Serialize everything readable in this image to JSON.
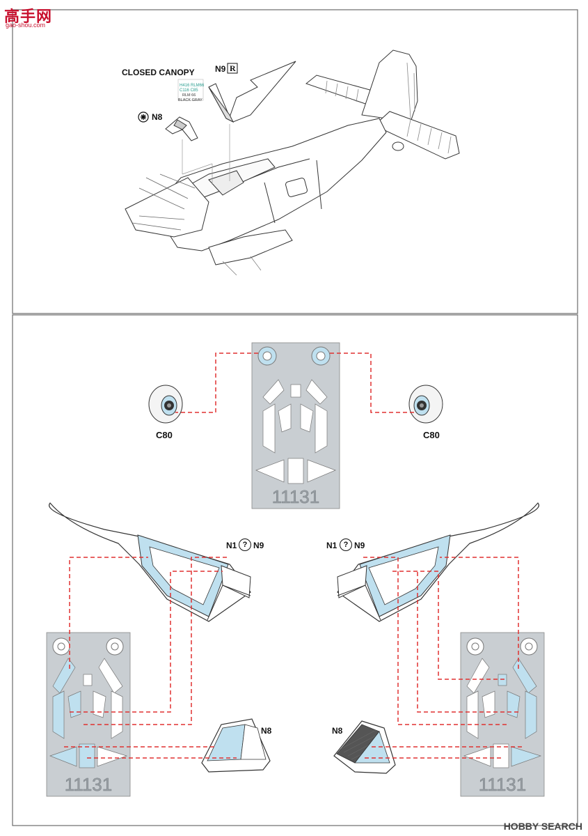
{
  "watermark_top": {
    "cn": "高手网",
    "url": "gao-shou.com"
  },
  "closed_canopy_title": "CLOSED CANOPY",
  "part_n9_top": "N9",
  "part_r_symbol": "R",
  "part_n8_top": "N8",
  "paint_callout": [
    "H416 RLM66",
    "C116 C85",
    "RLM 66",
    "BLACK GRAY"
  ],
  "wheel_label_left": "C80",
  "wheel_label_right": "C80",
  "mask_number": "11131",
  "part_n1_left": "N1",
  "part_n9_left": "N9",
  "part_n1_right": "N1",
  "part_n9_right": "N9",
  "part_n8_left": "N8",
  "part_n8_right": "N8",
  "question_symbol": "?",
  "watermark_bottom": "HOBBY SEARCH",
  "colors": {
    "mask_blue": "#bfe0ef",
    "mask_sheet": "#c9ced2",
    "lead_line": "#e03030",
    "frame": "#6a6a6a"
  }
}
